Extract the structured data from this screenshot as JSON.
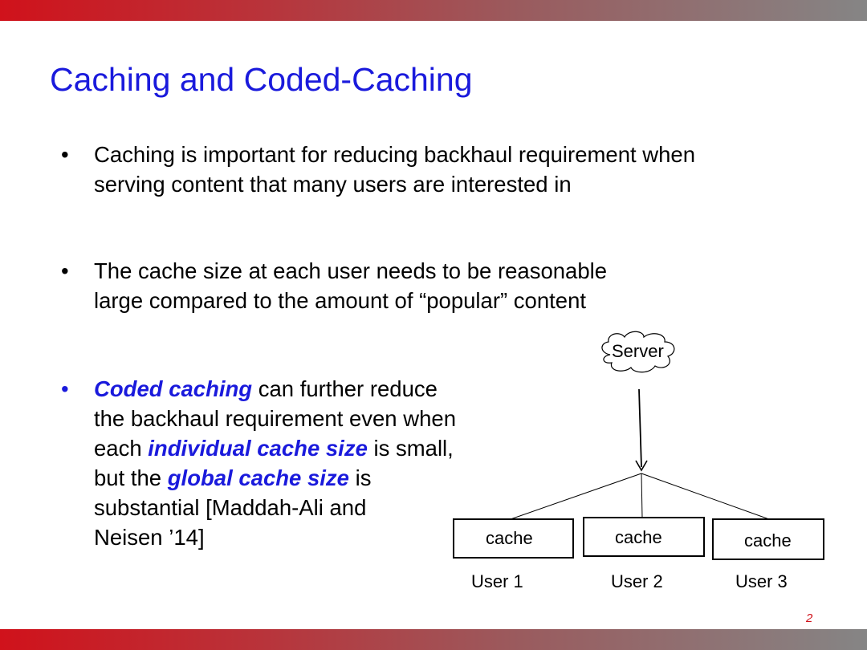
{
  "title": "Caching and Coded-Caching",
  "bullets": [
    {
      "lines": [
        "Caching is important for reducing backhaul requirement when",
        "serving content that many users are interested in"
      ]
    },
    {
      "lines": [
        "The cache size at each user needs to be reasonable",
        "large compared to the amount of “popular” content"
      ]
    },
    {
      "line1_em": "Coded caching",
      "line1_rest": " can further reduce",
      "line2": "the backhaul requirement even when",
      "line3_pre": "each ",
      "line3_em": "individual cache size",
      "line3_post": " is small,",
      "line4_pre": "but the ",
      "line4_em": "global cache size",
      "line4_post": " is",
      "line5": "substantial [Maddah-Ali and",
      "line6": "Neisen ’14]"
    }
  ],
  "bullet_symbol": "•",
  "diagram": {
    "server_label": "Server",
    "caches": [
      "cache",
      "cache",
      "cache"
    ],
    "users": [
      "User 1",
      "User 2",
      "User 3"
    ]
  },
  "page_number": "2",
  "colors": {
    "title": "#1a1adc",
    "emphasis": "#1a1adc",
    "bar_start": "#d0121b",
    "bar_end": "#858585"
  }
}
